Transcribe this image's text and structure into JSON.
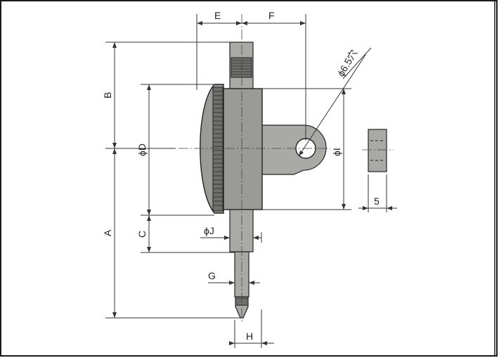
{
  "labels": {
    "E": "E",
    "F": "F",
    "B": "B",
    "A": "A",
    "C": "C",
    "D": "ϕD",
    "I": "ϕI",
    "J": "ϕJ",
    "G": "G",
    "H": "H",
    "hole": "ϕ6.5穴",
    "width": "5"
  },
  "colors": {
    "body": "#9a9b96",
    "knurl": "#6e6f6b",
    "border": "#1a1a1a"
  }
}
